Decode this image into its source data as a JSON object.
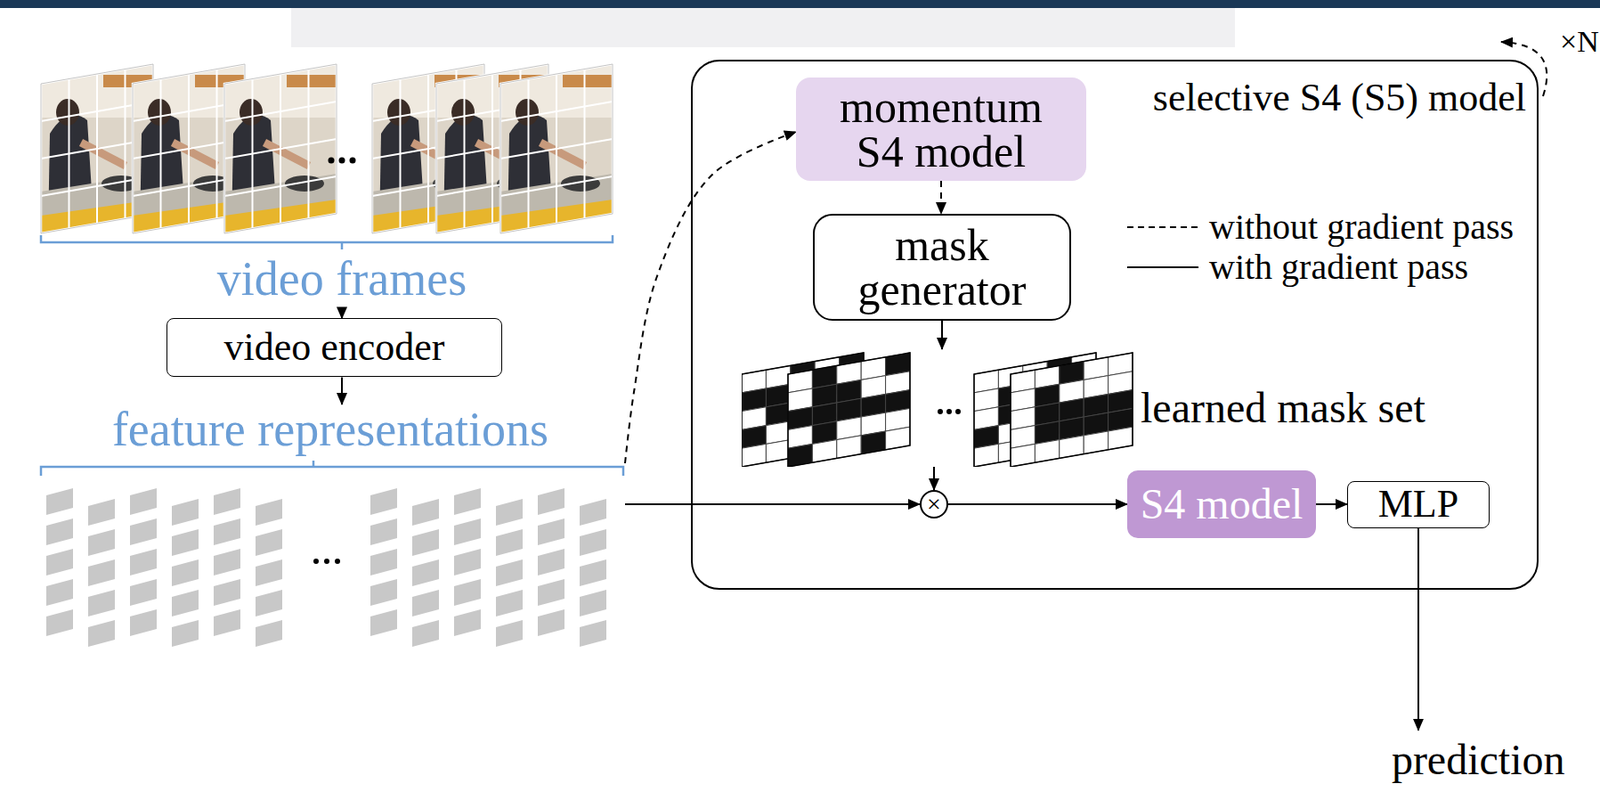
{
  "diagram": {
    "nodes": [
      {
        "text": [
          "video frames"
        ]
      },
      {
        "text": [
          "video encoder"
        ]
      },
      {
        "text": [
          "feature representations"
        ]
      },
      {
        "text": [
          "selective S4 (S5) model"
        ]
      },
      {
        "text": [
          "momentum S4 model"
        ],
        "in": 3
      },
      {
        "text": [
          "mask generator"
        ],
        "in": 3
      },
      {
        "text": [
          "learned mask set"
        ],
        "in": 3
      },
      {
        "text": [
          "×"
        ],
        "in": 3
      },
      {
        "text": [
          "S4 model"
        ],
        "in": 3
      },
      {
        "text": [
          "MLP"
        ],
        "in": 3
      },
      {
        "text": [
          "prediction"
        ]
      }
    ],
    "edges": [
      {
        "from": 0,
        "to": 1,
        "arrow": "to"
      },
      {
        "from": 1,
        "to": 2,
        "arrow": "to"
      },
      {
        "from": 2,
        "to": 4,
        "arrow": "to"
      },
      {
        "from": 4,
        "to": 5,
        "arrow": "to"
      },
      {
        "from": 5,
        "to": 6,
        "arrow": "to"
      },
      {
        "from": 6,
        "to": 7,
        "arrow": "to"
      },
      {
        "from": 2,
        "to": 7,
        "arrow": "to"
      },
      {
        "from": 7,
        "to": 8,
        "arrow": "to"
      },
      {
        "from": 8,
        "to": 9,
        "arrow": "to"
      },
      {
        "from": 9,
        "to": 10,
        "arrow": "to"
      }
    ],
    "labels": [
      "×N"
    ],
    "legend": [
      {
        "text": "without gradient pass"
      },
      {
        "text": "with gradient pass"
      }
    ]
  }
}
